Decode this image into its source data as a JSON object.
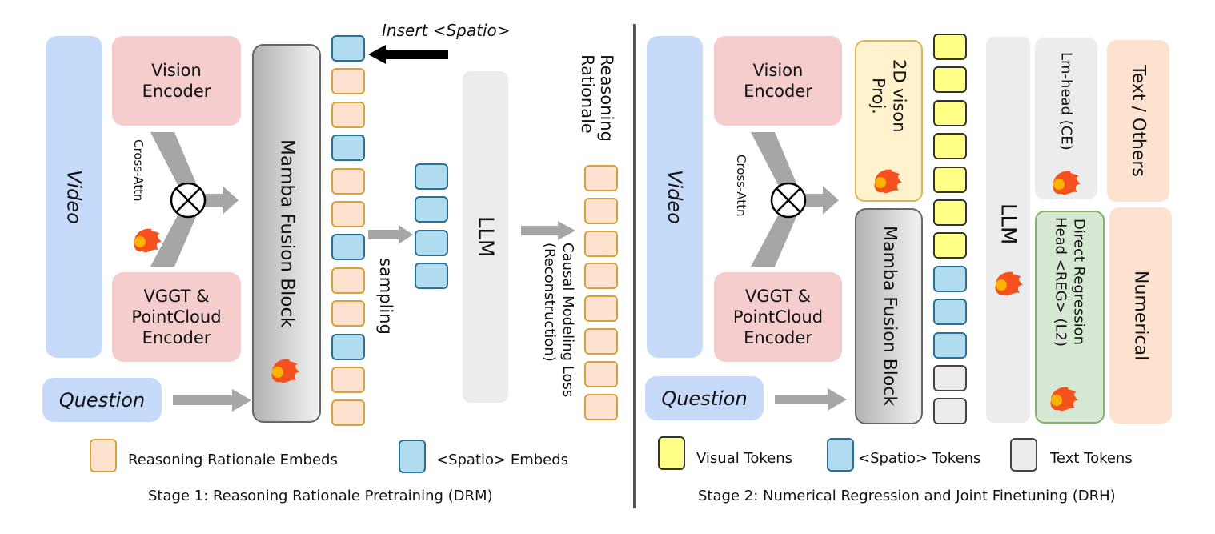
{
  "stage1": {
    "video": "Video",
    "vision_encoder": "Vision Encoder",
    "vggt_encoder": "VGGT & PointCloud Encoder",
    "cross_attn": "Cross-Attn",
    "question": "Question",
    "mamba": "Mamba Fusion Block",
    "insert_label": "Insert <Spatio>",
    "sampling": "sampling",
    "llm": "LLM",
    "loss_line1": "Causal Modeling Loss",
    "loss_line2": "(Reconstruction)",
    "output_line1": "Reasoning",
    "output_line2": "Rationale",
    "token_sequence": [
      "spatio",
      "rationale",
      "rationale",
      "spatio",
      "rationale",
      "rationale",
      "spatio",
      "rationale",
      "rationale",
      "spatio",
      "rationale",
      "rationale"
    ],
    "sampled_tokens": [
      "spatio",
      "spatio",
      "spatio",
      "spatio"
    ],
    "output_tokens": [
      "rationale",
      "rationale",
      "rationale",
      "rationale",
      "rationale",
      "rationale",
      "rationale",
      "rationale"
    ],
    "legend": [
      {
        "key": "rationale",
        "label": "Reasoning Rationale Embeds"
      },
      {
        "key": "spatio",
        "label": "<Spatio> Embeds"
      }
    ],
    "caption": "Stage 1: Reasoning Rationale Pretraining (DRM)"
  },
  "stage2": {
    "video": "Video",
    "vision_encoder": "Vision Encoder",
    "vggt_encoder": "VGGT & PointCloud Encoder",
    "cross_attn": "Cross-Attn",
    "question": "Question",
    "proj_line1": "2D vison",
    "proj_line2": "Proj.",
    "mamba": "Mamba Fusion Block",
    "llm": "LLM",
    "lm_head": "Lm-head (CE)",
    "reg_line1": "Direct Regression",
    "reg_line2": "Head <REG> (L2)",
    "text_others": "Text / Others",
    "numerical": "Numerical",
    "token_sequence": [
      "visual",
      "visual",
      "visual",
      "visual",
      "visual",
      "visual",
      "visual",
      "spatio",
      "spatio",
      "spatio",
      "text",
      "text"
    ],
    "legend": [
      {
        "key": "visual",
        "label": "Visual Tokens"
      },
      {
        "key": "spatio",
        "label": "<Spatio> Tokens"
      },
      {
        "key": "text",
        "label": "Text Tokens"
      }
    ],
    "caption": "Stage 2: Numerical Regression and Joint Finetuning (DRH)"
  },
  "colors": {
    "rationale_fill": "#fde3cf",
    "rationale_border": "#d7a23a",
    "spatio_fill": "#b1dcf0",
    "spatio_border": "#2a6f96",
    "visual_fill": "#ffff88",
    "text_fill": "#ececec",
    "input_blue": "#c6dbfa",
    "encoder_pink": "#f4cdcc",
    "flame": "#f4511e"
  },
  "icons": {
    "trainable": "flame-icon",
    "fusion": "circled-times-icon"
  }
}
